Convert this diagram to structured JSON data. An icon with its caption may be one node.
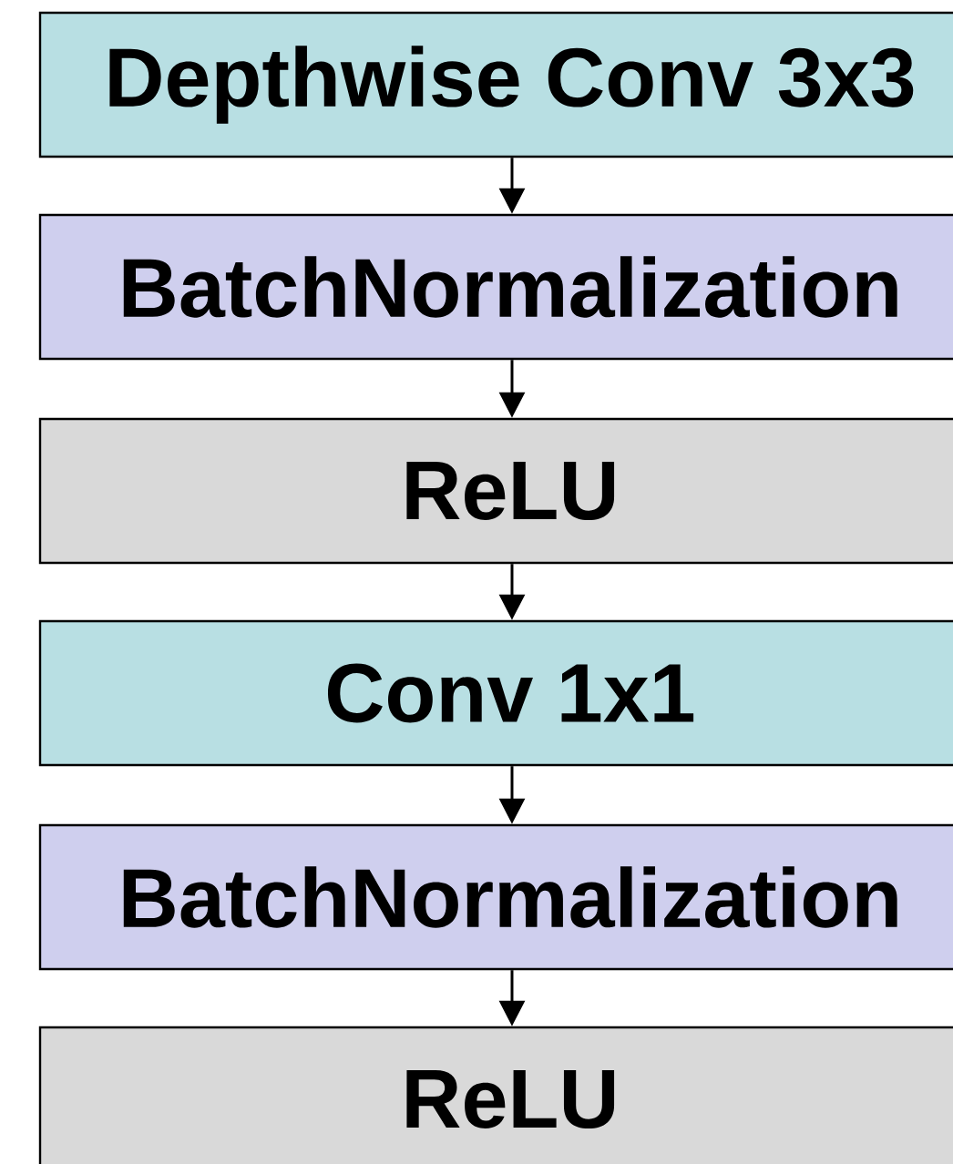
{
  "diagram": {
    "nodes": [
      {
        "text": [
          "Depthwise Conv 3x3"
        ]
      },
      {
        "text": [
          "BatchNormalization"
        ]
      },
      {
        "text": [
          "ReLU"
        ]
      },
      {
        "text": [
          "Conv 1x1"
        ]
      },
      {
        "text": [
          "BatchNormalization"
        ]
      },
      {
        "text": [
          "ReLU"
        ]
      }
    ],
    "edges": [
      {
        "from": 0,
        "to": 1,
        "arrow": "to"
      },
      {
        "from": 1,
        "to": 2,
        "arrow": "to"
      },
      {
        "from": 2,
        "to": 3,
        "arrow": "to"
      },
      {
        "from": 3,
        "to": 4,
        "arrow": "to"
      },
      {
        "from": 4,
        "to": 5,
        "arrow": "to"
      }
    ]
  }
}
